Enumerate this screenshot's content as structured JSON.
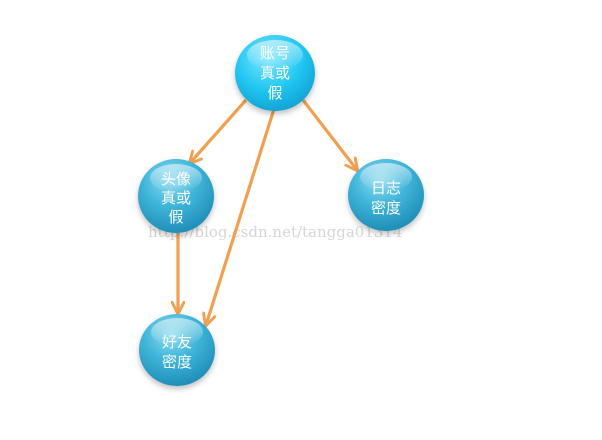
{
  "nodes": [
    {
      "id": "account",
      "lines": [
        "账号",
        "真或",
        "假"
      ]
    },
    {
      "id": "avatar",
      "lines": [
        "头像",
        "真或",
        "假"
      ]
    },
    {
      "id": "log-density",
      "lines": [
        "日志",
        "密度"
      ]
    },
    {
      "id": "friend-density",
      "lines": [
        "好友",
        "密度"
      ]
    }
  ],
  "edges": [
    {
      "from": "account",
      "to": "avatar"
    },
    {
      "from": "account",
      "to": "friend-density"
    },
    {
      "from": "account",
      "to": "log-density"
    },
    {
      "from": "avatar",
      "to": "friend-density"
    }
  ],
  "watermark": "http://blog.csdn.net/tangga01314",
  "colors": {
    "node_top_fill": "#22c7f2",
    "node_fill_dark": "#1b8fb8",
    "node_fill_light": "#7fd5ea",
    "edge": "#f0a050",
    "label": "#ffffff",
    "watermark": "#d6d6d6"
  }
}
